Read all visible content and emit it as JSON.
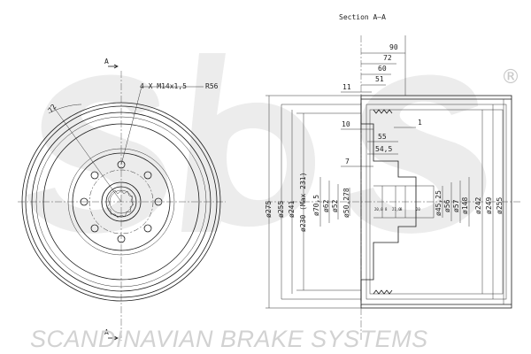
{
  "section_title": "Section A–A",
  "section_marker": "A",
  "thread_note": "4 X M14x1,5",
  "radius_note": "R56",
  "front_view_dim": "72",
  "registered_mark": "®",
  "brand_footer": "SCANDINAVIAN BRAKE SYSTEMS",
  "watermark_logo": "sbs",
  "dims_top": [
    "90",
    "72",
    "60",
    "51"
  ],
  "dims_side": {
    "d11": "11",
    "d1": "1",
    "d10": "10",
    "d55": "55",
    "d545": "54,5",
    "d7": "7"
  },
  "dims_left_diameters": [
    "ø275",
    "ø255",
    "ø241",
    "ø230 (Max 231)",
    "ø70,5",
    "ø62",
    "ø52",
    "ø50,278"
  ],
  "dims_right_diameters": [
    "ø45,25",
    "ø56",
    "ø57",
    "ø148",
    "ø242",
    "ø249",
    "ø255"
  ],
  "bore_labels": [
    "20,0",
    "8",
    "21,0",
    "8",
    "20"
  ]
}
